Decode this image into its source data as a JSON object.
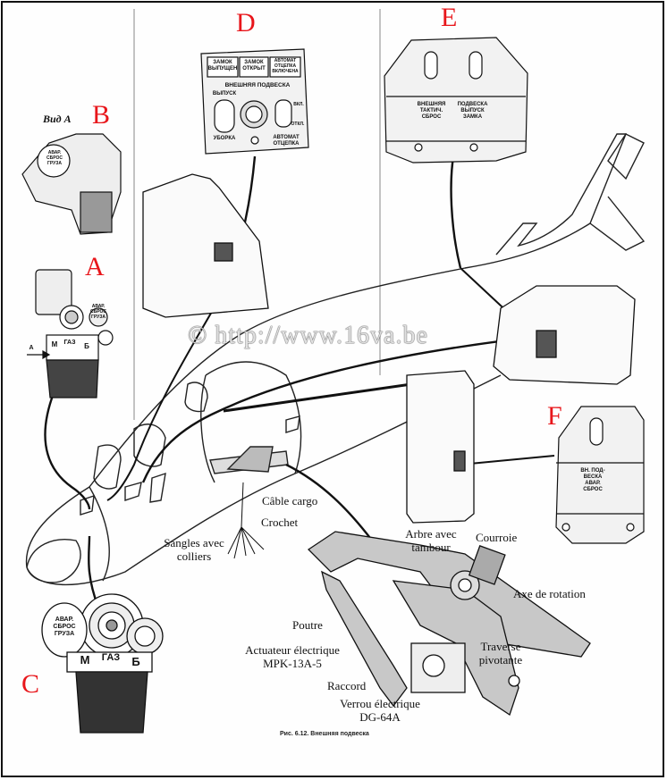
{
  "letters": {
    "A": "A",
    "B": "B",
    "C": "C",
    "D": "D",
    "E": "E",
    "F": "F"
  },
  "view_label": "Вид А",
  "callouts": {
    "cable_cargo": "Câble cargo",
    "crochet": "Crochet",
    "sangles": [
      "Sangles avec",
      "colliers"
    ],
    "arbre": [
      "Arbre avec",
      "tambour"
    ],
    "courroie": "Courroie",
    "axe": "Axe de rotation",
    "poutre": "Poutre",
    "actuateur": [
      "Actuateur électrique",
      "MPK-13A-5"
    ],
    "traverse": [
      "Traverse",
      "pivotante"
    ],
    "raccord": "Raccord",
    "verrou": [
      "Verrou électrique",
      "DG-64A"
    ]
  },
  "panel_d": {
    "lamp1": [
      "ЗАМОК",
      "ВЫПУЩЕН"
    ],
    "lamp2": [
      "ЗАМОК",
      "ОТКРЫТ"
    ],
    "lamp3": [
      "АВТОМАТ",
      "ОТЦЕПКА",
      "ВКЛЮЧЕНА"
    ],
    "header": "ВНЕШНЯЯ ПОДВЕСКА",
    "vypusk": "ВЫПУСК",
    "uborka": "УБОРКА",
    "vkl": "ВКЛ.",
    "otkl": "ОТКЛ.",
    "avtomat": [
      "АВТОМАТ",
      "ОТЦЕПКА"
    ]
  },
  "panel_e": {
    "left": [
      "ВНЕШНЯЯ",
      "ТАКТИЧ.",
      "СБРОС"
    ],
    "right": [
      "ПОДВЕСКА",
      "ВЫПУСК",
      "ЗАМКА"
    ]
  },
  "panel_f": [
    "ВН. ПОД-",
    "ВЕСКА",
    "АВАР.",
    "СБРОС"
  ],
  "grip": {
    "avar": [
      "АВАР.",
      "СБРОС",
      "ГРУЗА"
    ],
    "m": "М",
    "gaz": "ГАЗ",
    "b": "Б",
    "arrow_a": "А"
  },
  "watermark": "© http://www.16va.be",
  "caption": "Рис. 6.12. Внешняя подвеска",
  "colors": {
    "letter_red": "#e8161b",
    "ink": "#111111"
  }
}
